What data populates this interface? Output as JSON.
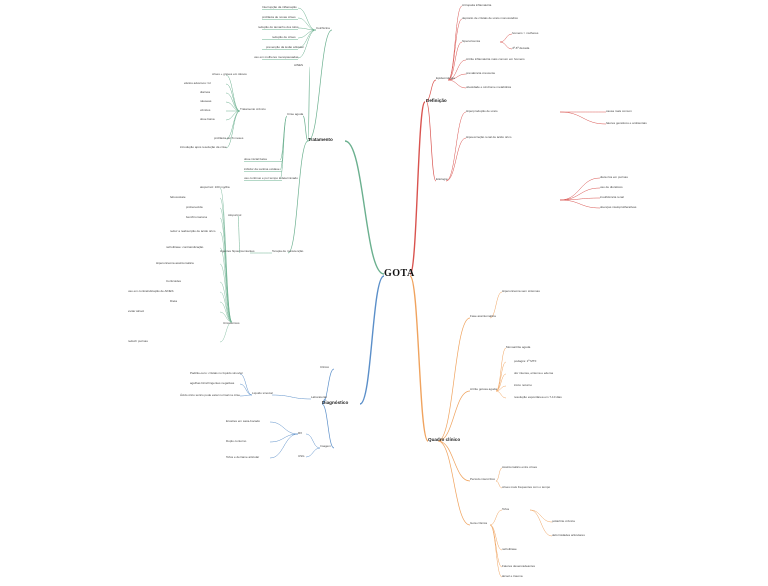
{
  "central": "GOTA",
  "branches": {
    "tratamento": "Tratamento",
    "definicao": "Definição",
    "diagnostico": "Diagnóstico",
    "quadro_clinico": "Quadro clínico"
  },
  "sub": {
    "colchicina": "Colchicina",
    "alopurinol": "Alopurinol",
    "aines": "AINES",
    "crise_aguda": "Crise aguda",
    "tratamento_cronico": "Tratamento crônico",
    "terapia_manutencao": "Terapia de manutenção",
    "agentes_hipouricemiantes": "Agentes hipouricemiantes",
    "uricosuricos": "Uricosúricos",
    "epidemiologia": "Epidemiologia",
    "etiologia": "Etiologia",
    "clinico": "Clínico",
    "laboratorial": "Laboratorial",
    "imagem": "Imagem",
    "fase_assintomatica": "Fase assintomática",
    "artrite_gotosa_aguda": "Artrite gotosa aguda",
    "periodo_intercritico": "Período intercrítico",
    "gota_cronica": "Gota crônica",
    "rx": "RX",
    "usg": "USG",
    "liquido_sinovial": "Líquido sinovial"
  },
  "leaves": {
    "t1": "Interrupção da inflamação",
    "t2": "profilaxia de novas crises",
    "t3": "redução do tamanho dos tofos",
    "t4": "redução de crises",
    "t5": "prevenção da lesão articular",
    "t6": "uso em mulheres menopausadas",
    "t7": "crises + graves em idosos",
    "t8": "efeitos adversos: GI",
    "t9": "diarreia",
    "t10": "náuseas",
    "t11": "vômitos",
    "t12": "dose baixa",
    "t13": "profilaxia por 6 meses",
    "t14": "introdução após resolução da crise",
    "t15": "dose inicial baixa",
    "t16": "inibidor da xantina oxidase",
    "t17": "uso contínuo e por tempo indeterminado",
    "t18": "alopurinol: 100 mg/dia",
    "t19": "febuxostate",
    "t20": "probenecida",
    "t21": "benzbromarona",
    "t22": "reduz a reabsorção de ácido úrico",
    "t23": "nefrolitíase: contraindicação",
    "t24": "Hiperuricemia assintomática",
    "t25": "Corticoides",
    "t26": "uso em contraindicação de AINES",
    "t27": "Dieta",
    "t28": "evitar álcool",
    "t29": "reduzir purinas",
    "d1": "Artropatia inflamatória",
    "d2": "depósito de cristais de urato monossódico",
    "d3": "hiperuricemia",
    "d4": "homens > mulheres",
    "d5": "4ª-6ª década",
    "d6": "Artrite inflamatória mais comum em homens",
    "d7": "prevalência crescente",
    "d8": "obesidade e síndrome metabólica",
    "d9": "Hiperprodução de urato",
    "d10": "Hipoexcreção renal de ácido úrico",
    "d11": "causa mais comum",
    "d12": "fatores genéticos e ambientais",
    "d13": "dieta rica em purinas",
    "d14": "uso de diuréticos",
    "d15": "insuficiência renal",
    "d16": "doenças mieloproliferativas",
    "g1": "Padrão-ouro: cristais no líquido sinovial",
    "g2": "agulhas birrefringentes negativas",
    "g3": "Ácido úrico sérico pode estar normal na crise",
    "g4": "Erosões em saca-bocado",
    "g5": "Duplo contorno",
    "g6": "Tofos e derrame articular",
    "q1": "Hiperuricemia sem sintomas",
    "q2": "Monoartrite aguda",
    "q3": "podagra: 1ª MTF",
    "q4": "dor intensa, eritema e edema",
    "q5": "início noturno",
    "q6": "resolução espontânea em 7-10 dias",
    "q7": "Assintomático entre crises",
    "q8": "crises mais frequentes com o tempo",
    "q9": "Tofos",
    "q10": "poliartrite crônica",
    "q11": "deformidades articulares",
    "q12": "nefrolitíase",
    "q13": "Fatores desencadeantes",
    "q14": "álcool e trauma"
  }
}
